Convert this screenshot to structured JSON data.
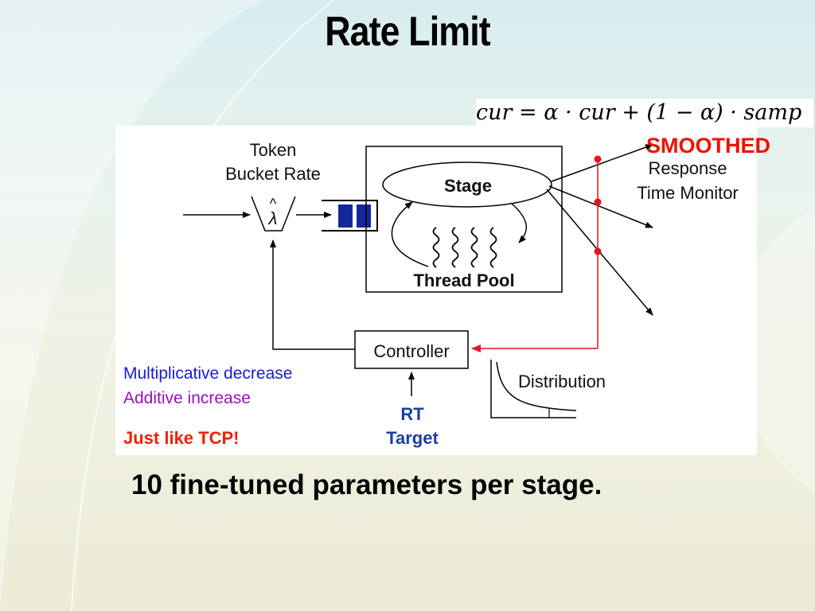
{
  "slide": {
    "title": "Rate Limit",
    "bottom_text": "10 fine-tuned parameters per stage."
  },
  "formula": {
    "lhs": "cur",
    "rhs_part1": "α · cur + (1 − α) · samp"
  },
  "annotations": {
    "smoothed": "SMOOTHED",
    "multiplicative": "Multiplicative decrease",
    "additive": "Additive increase",
    "tcp": "Just like TCP!"
  },
  "diagram": {
    "token_bucket_line1": "Token",
    "token_bucket_line2": "Bucket Rate",
    "lambda_symbol": "λ",
    "lambda_hat": "^",
    "stage": "Stage",
    "thread_pool": "Thread Pool",
    "response_line1": "Response",
    "response_line2": "Time Monitor",
    "controller": "Controller",
    "distribution": "Distribution",
    "rt_line1": "RT",
    "rt_line2": "Target"
  },
  "colors": {
    "feedback_red": "#e8141c",
    "queue_blue": "#13299b",
    "rt_blue": "#1a3fa6",
    "smoothed_red": "#ee1100",
    "mult_blue": "#1a1ad8",
    "additive_purple": "#9a10c0"
  }
}
